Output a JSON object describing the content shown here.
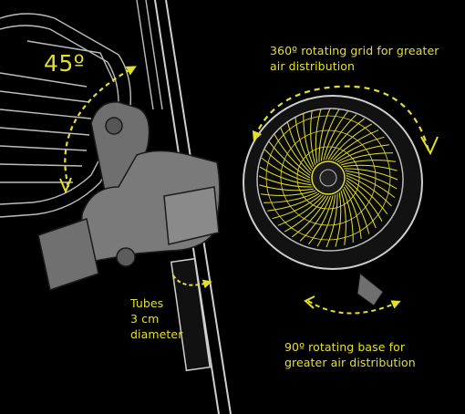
{
  "labels": {
    "angle": "45º",
    "grid_rotation": "360º rotating grid for greater\nair distribution",
    "tube": "Tubes\n3 cm\ndiameter",
    "base_rotation": "90º rotating base for\ngreater air distribution"
  },
  "colors": {
    "accent": "#e3e02d",
    "line": "#c9c9c9",
    "clamp": "#7a7a7a",
    "background": "#000000"
  },
  "icons": [
    "curved-arrow-icon",
    "dashed-rotation-arrow-icon"
  ]
}
